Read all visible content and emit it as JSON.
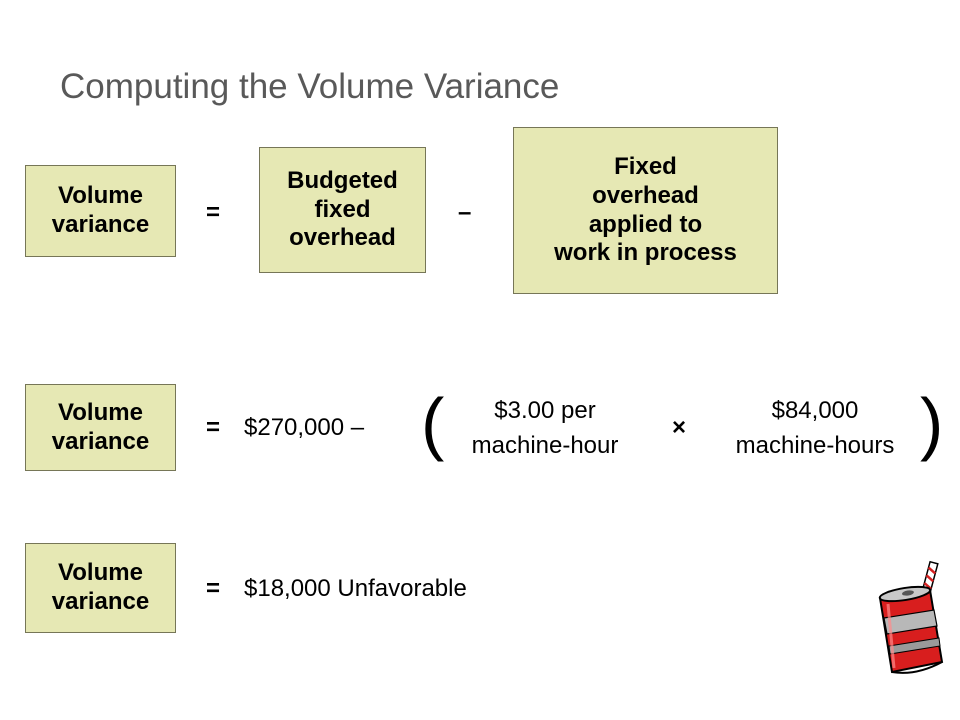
{
  "title": "Computing the Volume Variance",
  "row1": {
    "label": "Volume\nvariance",
    "equals": "=",
    "budgeted": "Budgeted\nfixed\noverhead",
    "minus": "–",
    "applied": "Fixed\noverhead\napplied to\nwork in process"
  },
  "row2": {
    "label": "Volume\nvariance",
    "equals": "=",
    "budget_amount": "$270,000 –",
    "open_paren": "(",
    "rate": "$3.00 per\nmachine-hour",
    "times": "×",
    "hours": "$84,000\nmachine-hours",
    "close_paren": ")"
  },
  "row3": {
    "label": "Volume\nvariance",
    "equals": "=",
    "result": "$18,000 Unfavorable"
  },
  "icons": {
    "corner": "soda-can-icon"
  },
  "colors": {
    "box_fill": "#e6e8b4",
    "box_border": "#767657",
    "title": "#595959"
  }
}
